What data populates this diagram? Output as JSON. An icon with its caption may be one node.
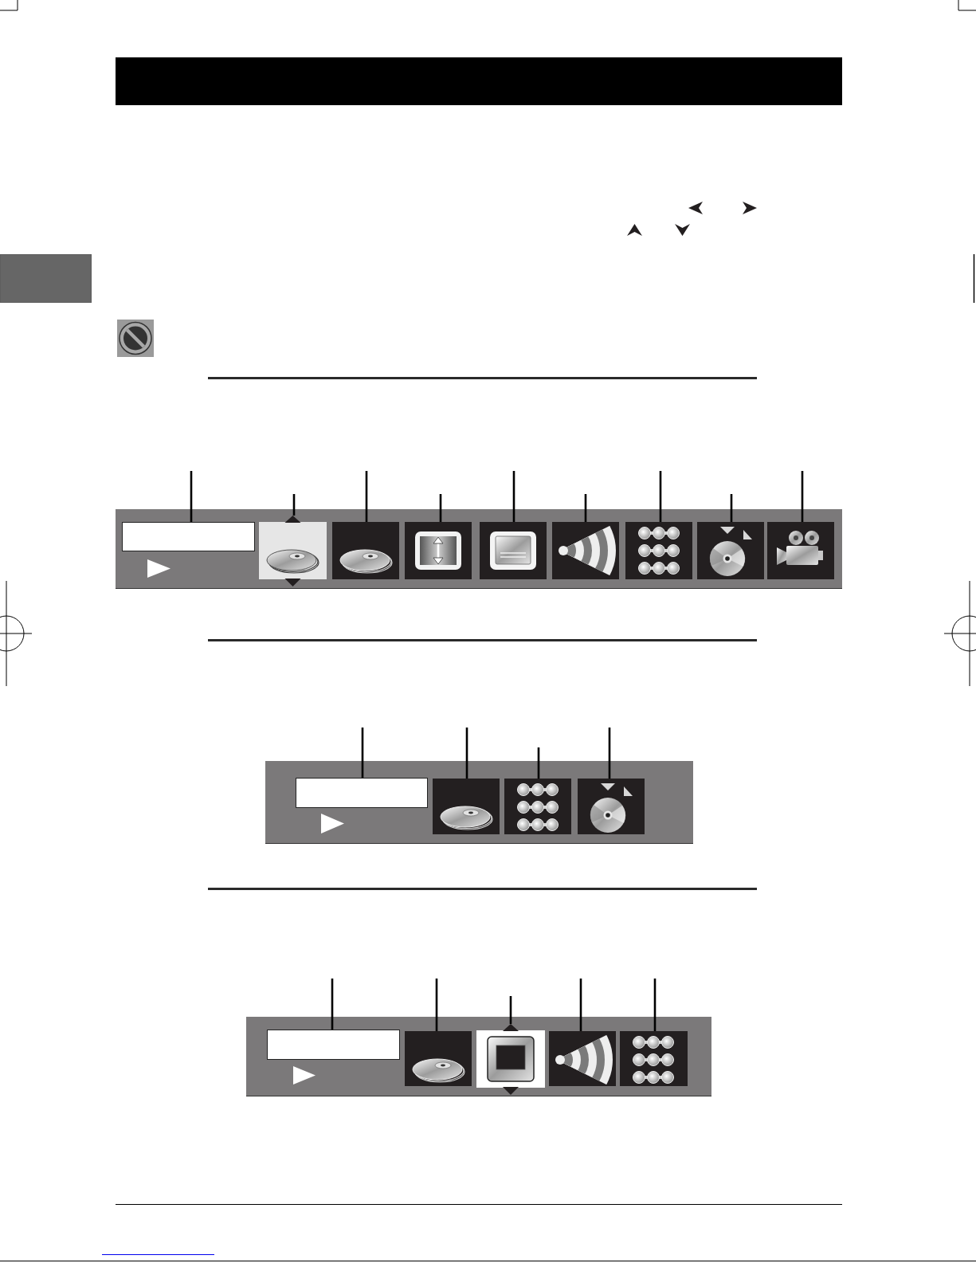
{
  "diagram": {
    "nodes": [
      {
        "text": [],
        "shape": "bar"
      },
      {
        "text": [],
        "shape": "box"
      },
      {
        "text": [],
        "shape": "bar"
      },
      {
        "text": [],
        "shape": "box",
        "in": 2
      },
      {
        "text": [],
        "shape": "picture",
        "in": 2
      },
      {
        "text": [],
        "shape": "picture",
        "in": 2
      },
      {
        "text": [],
        "shape": "picture",
        "in": 2
      },
      {
        "text": [],
        "shape": "picture",
        "in": 2
      },
      {
        "text": [],
        "shape": "picture",
        "in": 2
      },
      {
        "text": [],
        "shape": "picture",
        "in": 2
      },
      {
        "text": [],
        "shape": "picture",
        "in": 2
      },
      {
        "text": [],
        "shape": "picture",
        "in": 2
      },
      {
        "text": [],
        "shape": "bar"
      },
      {
        "text": [],
        "shape": "box",
        "in": 12
      },
      {
        "text": [],
        "shape": "picture",
        "in": 12
      },
      {
        "text": [],
        "shape": "picture",
        "in": 12
      },
      {
        "text": [],
        "shape": "picture",
        "in": 12
      },
      {
        "text": [],
        "shape": "bar"
      },
      {
        "text": [],
        "shape": "box",
        "in": 17
      },
      {
        "text": [],
        "shape": "picture",
        "in": 17
      },
      {
        "text": [],
        "shape": "picture",
        "in": 17
      },
      {
        "text": [],
        "shape": "picture",
        "in": 17
      },
      {
        "text": [],
        "shape": "picture",
        "in": 17
      }
    ],
    "edges": [
      {
        "from": null,
        "to": 3,
        "arrow": "none"
      },
      {
        "from": null,
        "to": 4,
        "arrow": "none"
      },
      {
        "from": null,
        "to": 5,
        "arrow": "none"
      },
      {
        "from": null,
        "to": 6,
        "arrow": "none"
      },
      {
        "from": null,
        "to": 7,
        "arrow": "none"
      },
      {
        "from": null,
        "to": 8,
        "arrow": "none"
      },
      {
        "from": null,
        "to": 9,
        "arrow": "none"
      },
      {
        "from": null,
        "to": 10,
        "arrow": "none"
      },
      {
        "from": null,
        "to": 11,
        "arrow": "none"
      },
      {
        "from": null,
        "to": 13,
        "arrow": "none"
      },
      {
        "from": null,
        "to": 14,
        "arrow": "none"
      },
      {
        "from": null,
        "to": 15,
        "arrow": "none"
      },
      {
        "from": null,
        "to": 16,
        "arrow": "none"
      },
      {
        "from": null,
        "to": 18,
        "arrow": "none"
      },
      {
        "from": null,
        "to": 19,
        "arrow": "none"
      },
      {
        "from": null,
        "to": 20,
        "arrow": "none"
      },
      {
        "from": null,
        "to": 21,
        "arrow": "none"
      },
      {
        "from": null,
        "to": 22,
        "arrow": "none"
      }
    ]
  }
}
